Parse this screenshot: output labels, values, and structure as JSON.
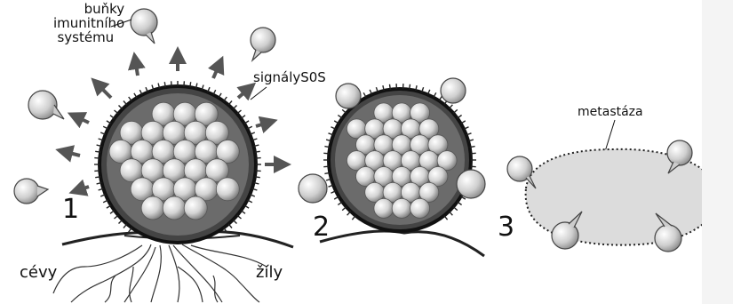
{
  "labels": {
    "immune_cells": [
      "buňky",
      "imunitního",
      "systému"
    ],
    "sos_signals": "signályS0S",
    "metastasis": "metastáza",
    "vessels": "cévy",
    "veins": "žíly"
  },
  "panels": [
    "1",
    "2",
    "3"
  ],
  "colors": {
    "ink": "#111111",
    "cell_light": "#f2f2f2",
    "cell_shade": "#8a8a8a",
    "tumor_fill": "#d9d9d9",
    "arrow": "#555555"
  }
}
